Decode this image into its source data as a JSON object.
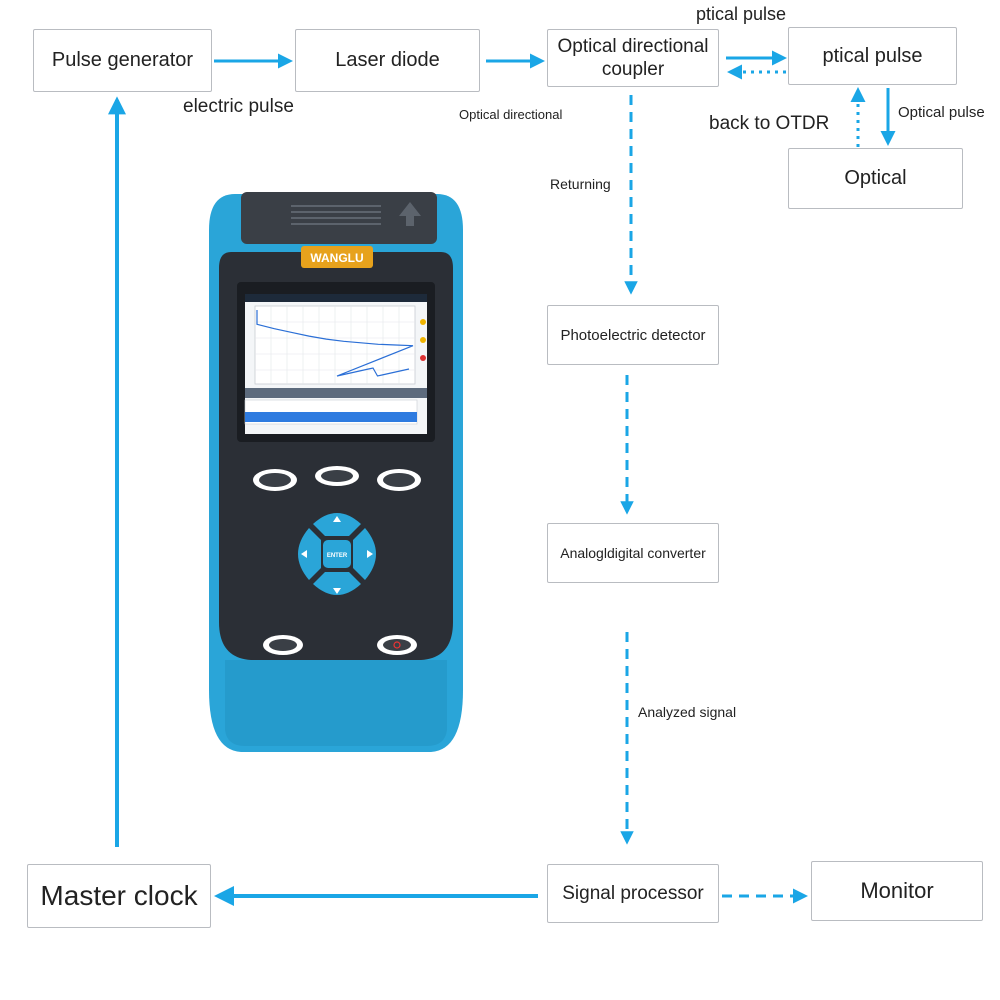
{
  "colors": {
    "arrow": "#1aa6e6",
    "device_body": "#2aa5d8",
    "device_face": "#2b2f36",
    "brand_plate": "#e7a21c"
  },
  "boxes": {
    "pulse_generator": "Pulse generator",
    "laser_diode": "Laser diode",
    "optical_coupler": "Optical directional coupler",
    "optical_pulse": "ptical pulse",
    "optical": "Optical",
    "photo_detector": "Photoelectric detector",
    "adc": "Analogldigital converter",
    "signal_processor": "Signal processor",
    "master_clock": "Master clock",
    "monitor": "Monitor"
  },
  "labels": {
    "electric_pulse": "electric pulse",
    "optical_directional": "Optical directional",
    "ptical_pulse_top": "ptical pulse",
    "back_to_otdr": "back to OTDR",
    "optical_pulse_side": "Optical pulse",
    "returning": "Returning",
    "analyzed_signal": "Analyzed signal"
  },
  "device": {
    "brand": "WANGLU",
    "enter_key": "ENTER",
    "trace_levels": [
      0.78,
      0.72,
      0.67,
      0.62,
      0.58,
      0.55,
      0.53,
      0.51,
      0.5,
      0.49
    ]
  }
}
